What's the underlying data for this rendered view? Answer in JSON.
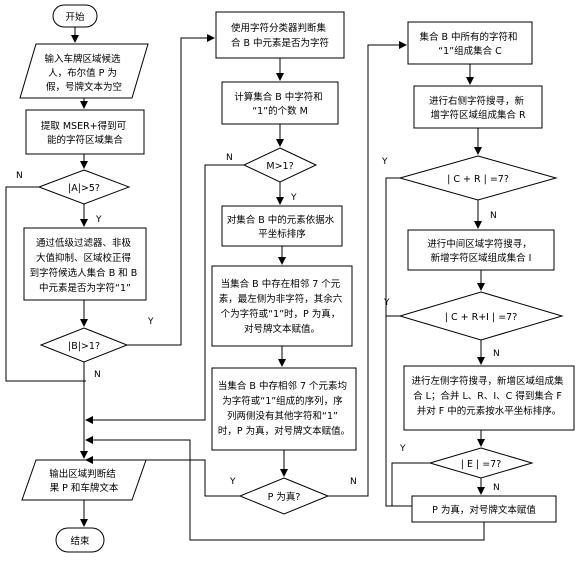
{
  "nodes": {
    "start": "开始",
    "input_lines": [
      "输入车牌区域候选",
      "人，布尔值 P 为",
      "假，号牌文本为空"
    ],
    "mser_lines": [
      "提取 MSER+得到可",
      "能的字符区域集合"
    ],
    "cond_a": "|A|>5?",
    "filter_lines": [
      "通过低级过滤器、非极",
      "大值抑制、区域校正得",
      "到字符候选人集合 B 和 B",
      "中元素是否为字符“1”"
    ],
    "cond_b": "|B|>1?",
    "output_lines": [
      "输出区域判断结",
      "果 P 和车牌文本"
    ],
    "end": "结束",
    "classifier_lines": [
      "使用字符分类器判断集",
      "合 B 中元素是否为字符"
    ],
    "count_lines": [
      "计算集合 B 中字符和",
      "“1”的个数 M"
    ],
    "cond_m": "M>1?",
    "sort_lines": [
      "对集合 B 中的元素依据水",
      "平坐标排序"
    ],
    "seven_left_lines": [
      "当集合 B 中存在相邻 7 个元",
      "素，最左侧为非字符，其余六",
      "个为字符或“1”时，P 为真，",
      "对号牌文本赋值。"
    ],
    "seven_all_lines": [
      "当集合 B 中存相邻 7 个元素均",
      "为字符或“1”组成的序列，序",
      "列两侧没有其他字符和“1”",
      "时，P 为真，对号牌文本赋值。"
    ],
    "cond_p": "P 为真?",
    "set_c_lines": [
      "集合 B 中所有的字符和",
      "“1”组成集合 C"
    ],
    "right_search_lines": [
      "进行右侧字符搜寻，新",
      "增字符区域组成集合 R"
    ],
    "cond_cr": "| C + R | =7?",
    "mid_search_lines": [
      "进行中间区域字符搜寻，",
      "新增字符区域组成集合 I"
    ],
    "cond_cri": "| C + R+I | =7?",
    "left_search_lines": [
      "进行左侧字符搜寻，新增区域组成集",
      "合 L；合并 L、R、I、C 得到集合 F",
      "并对 F 中的元素按水平坐标排序。"
    ],
    "cond_e": "| E | =7?",
    "final_assign": "P 为真，对号牌文本赋值"
  },
  "labels": {
    "n_a": "N",
    "y_a": "Y",
    "y_b": "Y",
    "n_b": "N",
    "n_m": "N",
    "y_m": "Y",
    "y_p": "Y",
    "n_p": "N",
    "y_cr": "Y",
    "n_cr": "N",
    "y_cri": "Y",
    "n_cri": "N",
    "y_e": "Y",
    "n_e": "N"
  }
}
